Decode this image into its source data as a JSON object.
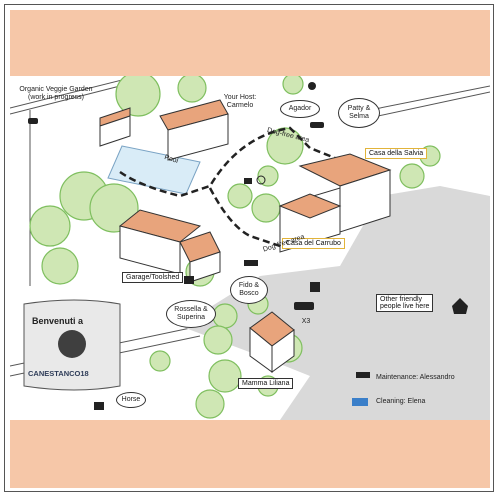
{
  "colors": {
    "band": "#f6c7a8",
    "tree_fill": "#cfe7b4",
    "tree_stroke": "#7fbf5f",
    "roof": "#e8a47c",
    "wall": "#ffffff",
    "road": "#d9d9d9",
    "label_border": "#e2b43a"
  },
  "labels": {
    "veggie_garden": "Organic Veggie Garden\n(work in progress)",
    "host": "Your Host:\nCarmelo",
    "agador": "Agador",
    "patty_selma": "Patty &\nSelma",
    "casa_salvia": "Casa della Salvia",
    "casa_carrubo": "Casa del Carrubo",
    "dog_free_1": "Dog-free area",
    "dog_free_2": "Dog-free area",
    "pool": "Pool",
    "garage": "Garage/Toolshed",
    "fido_bosco": "Fido &\nBosco",
    "rossella": "Rossella &\nSuperina",
    "x3": "X3",
    "mamma": "Mamma Liliana",
    "horse": "Horse",
    "other_people": "Other friendly\npeople live here",
    "maintenance": "Maintenance: Alessandro",
    "cleaning": "Cleaning: Elena",
    "welcome": "Benvenuti a",
    "brand": "CANESTANCO18"
  },
  "icons": [
    "watering-can-icon",
    "cat-icon",
    "dog-icon",
    "faucet-icon",
    "lightbulb-icon",
    "cat-icon",
    "dog-icon",
    "trash-bin-icon",
    "car-icon",
    "house-icon",
    "horse-icon",
    "tools-icon",
    "cleaning-icon",
    "tree-logo-icon"
  ]
}
